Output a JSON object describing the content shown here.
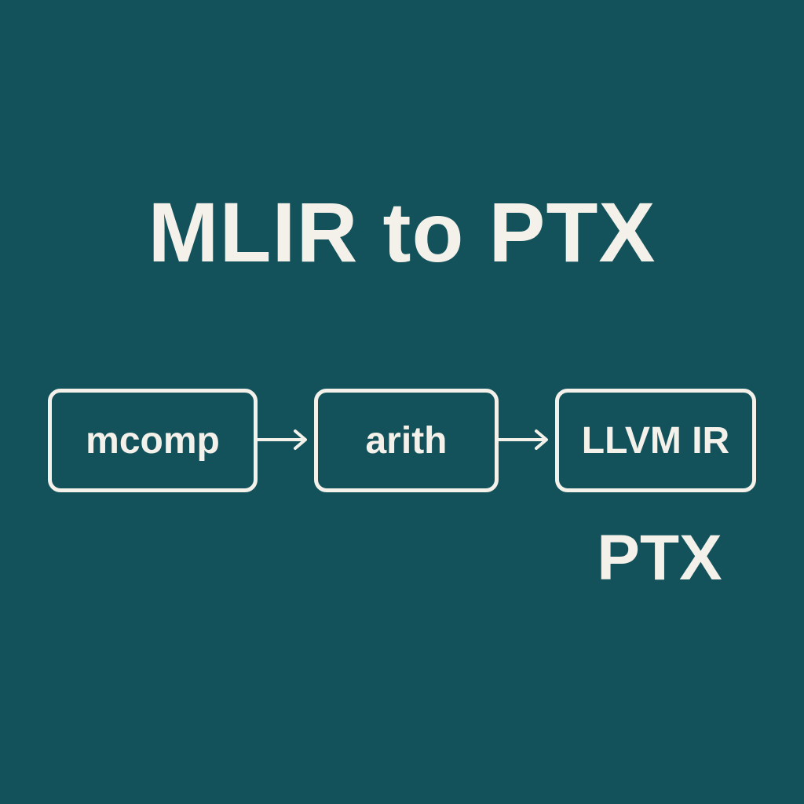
{
  "title": "MLIR to PTX",
  "colors": {
    "background": "#13525b",
    "foreground": "#f3f1ea"
  },
  "pipeline": {
    "nodes": [
      {
        "label": "mcomp"
      },
      {
        "label": "arith"
      },
      {
        "label": "LLVM IR"
      }
    ],
    "arrows": [
      {
        "from": "mcomp",
        "to": "arith",
        "icon": "arrow-right-icon"
      },
      {
        "from": "arith",
        "to": "LLVM IR",
        "icon": "arrow-right-icon"
      }
    ],
    "output_label": "PTX"
  }
}
